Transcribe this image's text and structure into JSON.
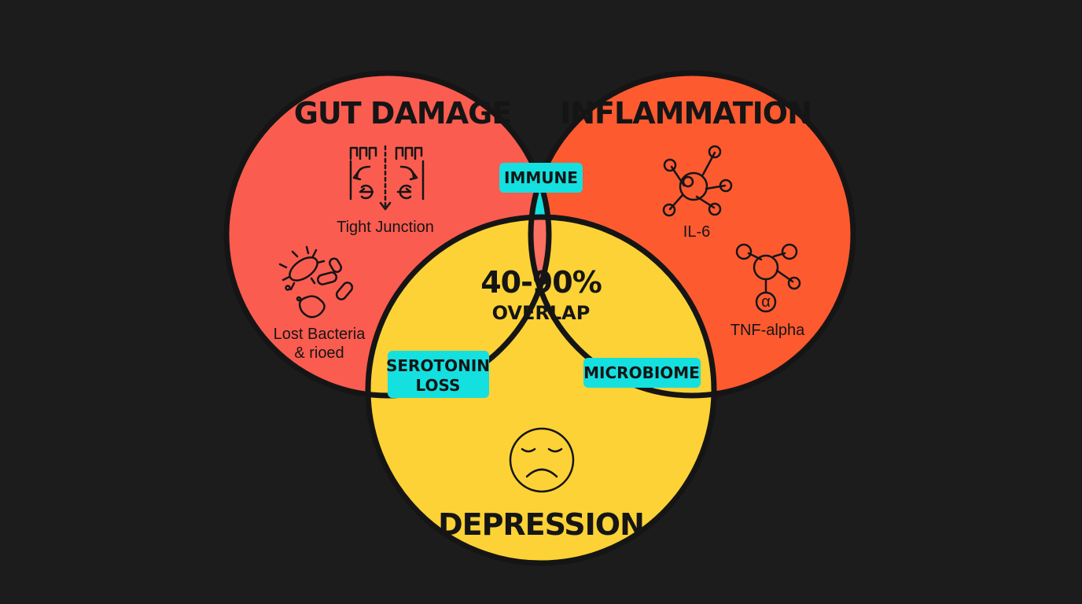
{
  "circles": {
    "gut_damage": {
      "title": "GUT DAMAGE",
      "color": "#fb5c50"
    },
    "inflammation": {
      "title": "INFLAMMATION",
      "color": "#fd5a30"
    },
    "depression": {
      "title": "DEPRESSION",
      "color": "#fdd236"
    }
  },
  "intersections": {
    "gut_inflammation": {
      "label": "IMMUNE",
      "color": "#14e0e0"
    },
    "gut_depression": {
      "label_line1": "SEROTONIN",
      "label_line2": "LOSS"
    },
    "inflammation_depression": {
      "label": "MICROBIOME"
    },
    "center": {
      "value": "40-90%",
      "label": "OVERLAP",
      "color": "#fb7060"
    }
  },
  "icons": {
    "tight_junction": {
      "icon": "tight-junction-icon",
      "caption": "Tight Junction"
    },
    "bacteria": {
      "icon": "bacteria-icon",
      "caption_line1": "Lost Bacteria",
      "caption_line2": "& rioed"
    },
    "il6": {
      "icon": "molecule-icon",
      "caption": "IL-6"
    },
    "tnf": {
      "icon": "tnf-molecule-icon",
      "caption": "TNF-alpha",
      "symbol": "α"
    },
    "sad_face": {
      "icon": "sad-face-icon"
    }
  },
  "tag_color": "#14e0e0"
}
